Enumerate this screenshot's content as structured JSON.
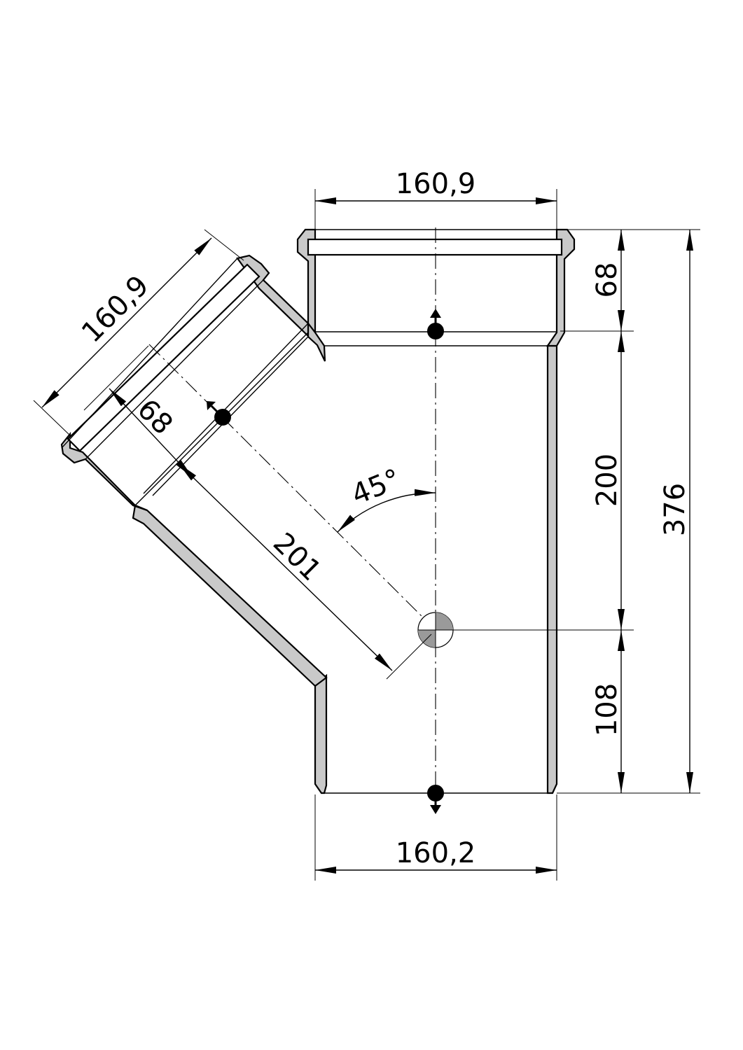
{
  "colors": {
    "wall_fill": "#c9c9c9",
    "line": "#000000",
    "background": "#ffffff"
  },
  "dimensions": {
    "top_width": "160,9",
    "bottom_width": "160,2",
    "branch_width": "160,9",
    "branch_socket_depth": "68",
    "branch_length": "201",
    "angle": "45°",
    "socket_depth": "68",
    "upper_height": "200",
    "lower_height": "108",
    "total_height": "376"
  },
  "icons": {
    "top": "arrow-up-drop-icon",
    "bottom": "arrow-down-drop-icon",
    "branch": "arrow-branch-drop-icon",
    "center": "center-mark-icon"
  }
}
